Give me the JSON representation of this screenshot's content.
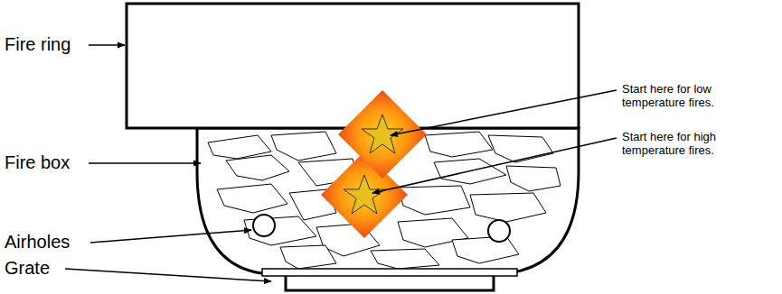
{
  "diagram": {
    "labels": [
      "Fire ring",
      "Fire box",
      "Airholes",
      "Grate",
      "Start here for low temperature fires.",
      "Start here for high temperature fires."
    ]
  }
}
